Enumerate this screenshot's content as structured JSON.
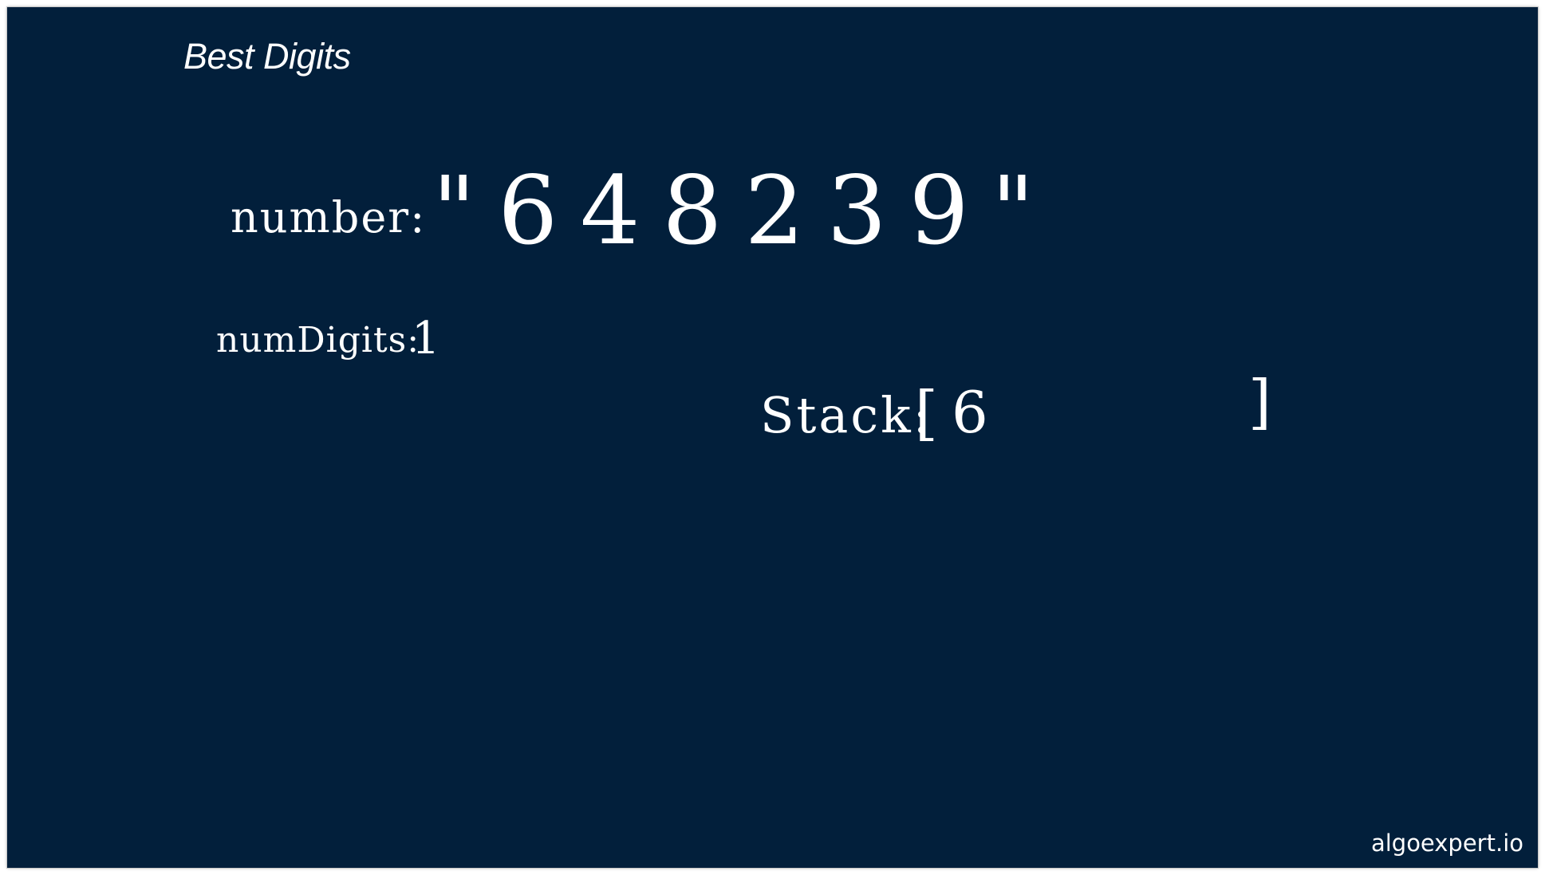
{
  "slide": {
    "title": "Best Digits",
    "brand": "algoexpert.io"
  },
  "notes": {
    "number_label": "number:",
    "number_value": "\"648239\"",
    "numdigits_label": "numDigits:",
    "numdigits_value": "1",
    "stack_label": "Stack:",
    "stack_open": "[",
    "stack_items": [
      "6"
    ],
    "stack_close": "]"
  },
  "colors": {
    "background": "#021f3b",
    "ink": "#ffffff"
  }
}
